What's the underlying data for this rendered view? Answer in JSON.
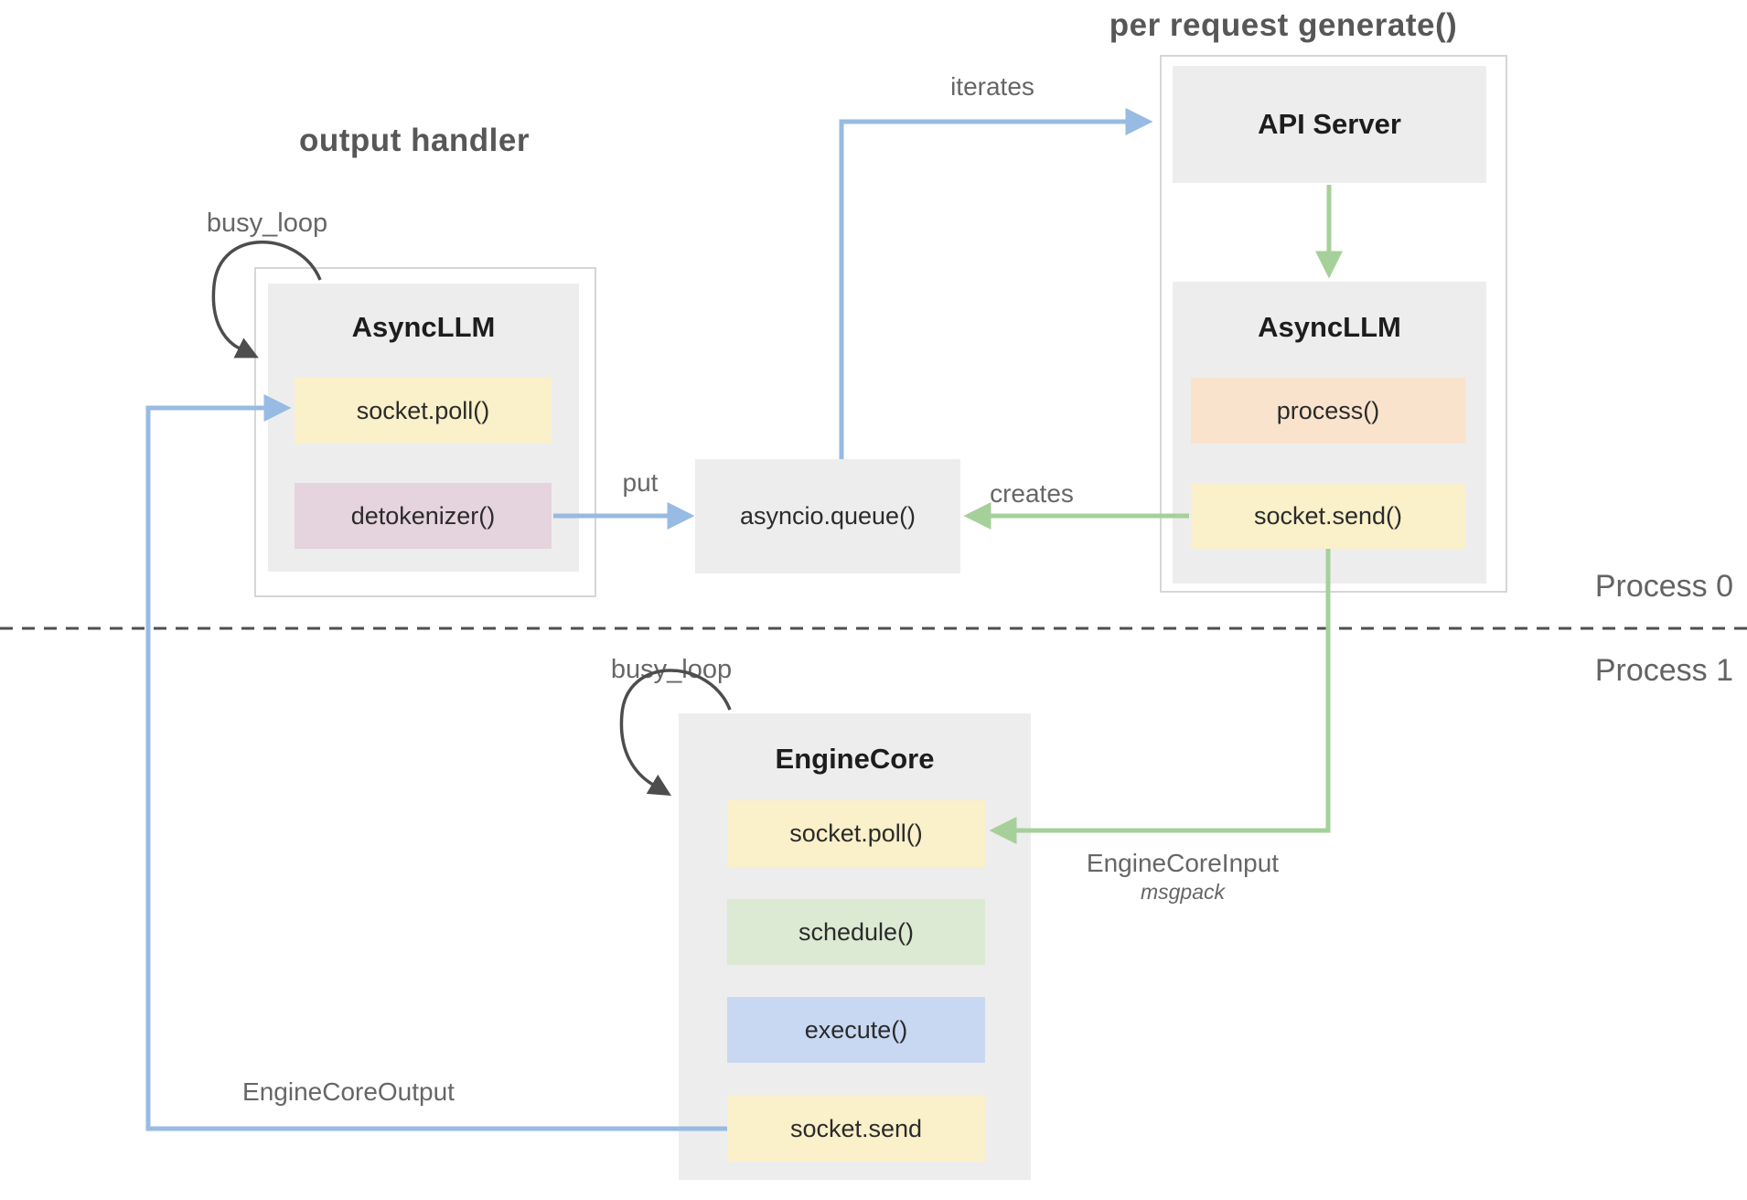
{
  "diagram": {
    "section_titles": {
      "output_handler": "output handler",
      "per_request_generate": "per request generate()"
    },
    "process_lanes": {
      "top": "Process 0",
      "bottom": "Process 1"
    },
    "output_handler_group": {
      "loop_label": "busy_loop",
      "block_title": "AsyncLLM",
      "items": [
        {
          "label": "socket.poll()",
          "color": "#faf0c9"
        },
        {
          "label": "detokenizer()",
          "color": "#e5d3dd"
        }
      ]
    },
    "generate_group": {
      "api_server_title": "API Server",
      "block_title": "AsyncLLM",
      "items": [
        {
          "label": "process()",
          "color": "#fae3cd"
        },
        {
          "label": "socket.send()",
          "color": "#faf0c9"
        }
      ]
    },
    "engine_core_group": {
      "loop_label": "busy_loop",
      "block_title": "EngineCore",
      "items": [
        {
          "label": "socket.poll()",
          "color": "#faf0c9"
        },
        {
          "label": "schedule()",
          "color": "#dcead3"
        },
        {
          "label": "execute()",
          "color": "#c8d8f2"
        },
        {
          "label": "socket.send",
          "color": "#faf0c9"
        }
      ]
    },
    "queue_label": "asyncio.queue()",
    "edge_labels": {
      "iterates": "iterates",
      "put": "put",
      "creates": "creates",
      "engine_core_input": "EngineCoreInput",
      "engine_core_input_format": "msgpack",
      "engine_core_output": "EngineCoreOutput"
    },
    "colors": {
      "arrow_blue": "#97bbe2",
      "arrow_green": "#a6d099",
      "loop_arrow": "#4d4d4d",
      "dashed_divider": "#4f4f4f",
      "block_gray": "#ededed",
      "container_border": "#d6d6d6",
      "label_gray": "#666666"
    }
  }
}
